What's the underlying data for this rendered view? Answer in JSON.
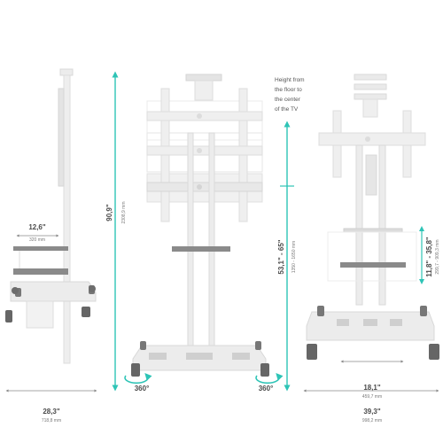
{
  "accent_color": "#2ec4b6",
  "frame_color": "#e9e9e9",
  "shelf_color": "#8a8a8a",
  "note": {
    "line1": "Height from",
    "line2": "the floor to",
    "line3": "the center",
    "line4": "of the TV"
  },
  "dims": {
    "total_height_in": "90,9\"",
    "total_height_mm": "2308,9 mm",
    "shelf_width_in": "12,6\"",
    "shelf_width_mm": "320 mm",
    "base_depth_in": "28,3\"",
    "base_depth_mm": "718,8 mm",
    "tv_height_in": "53,1\" - 65\"",
    "tv_height_mm": "1350 - 1650 mm",
    "shelf_spacing_in": "11,8\" - 35,8\"",
    "shelf_spacing_mm": "299,7 - 909,3 mm",
    "inner_base_in": "18,1\"",
    "inner_base_mm": "459,7 mm",
    "base_width_in": "39,3\"",
    "base_width_mm": "998,2 mm",
    "rotation_left": "360°",
    "rotation_right": "360°"
  }
}
